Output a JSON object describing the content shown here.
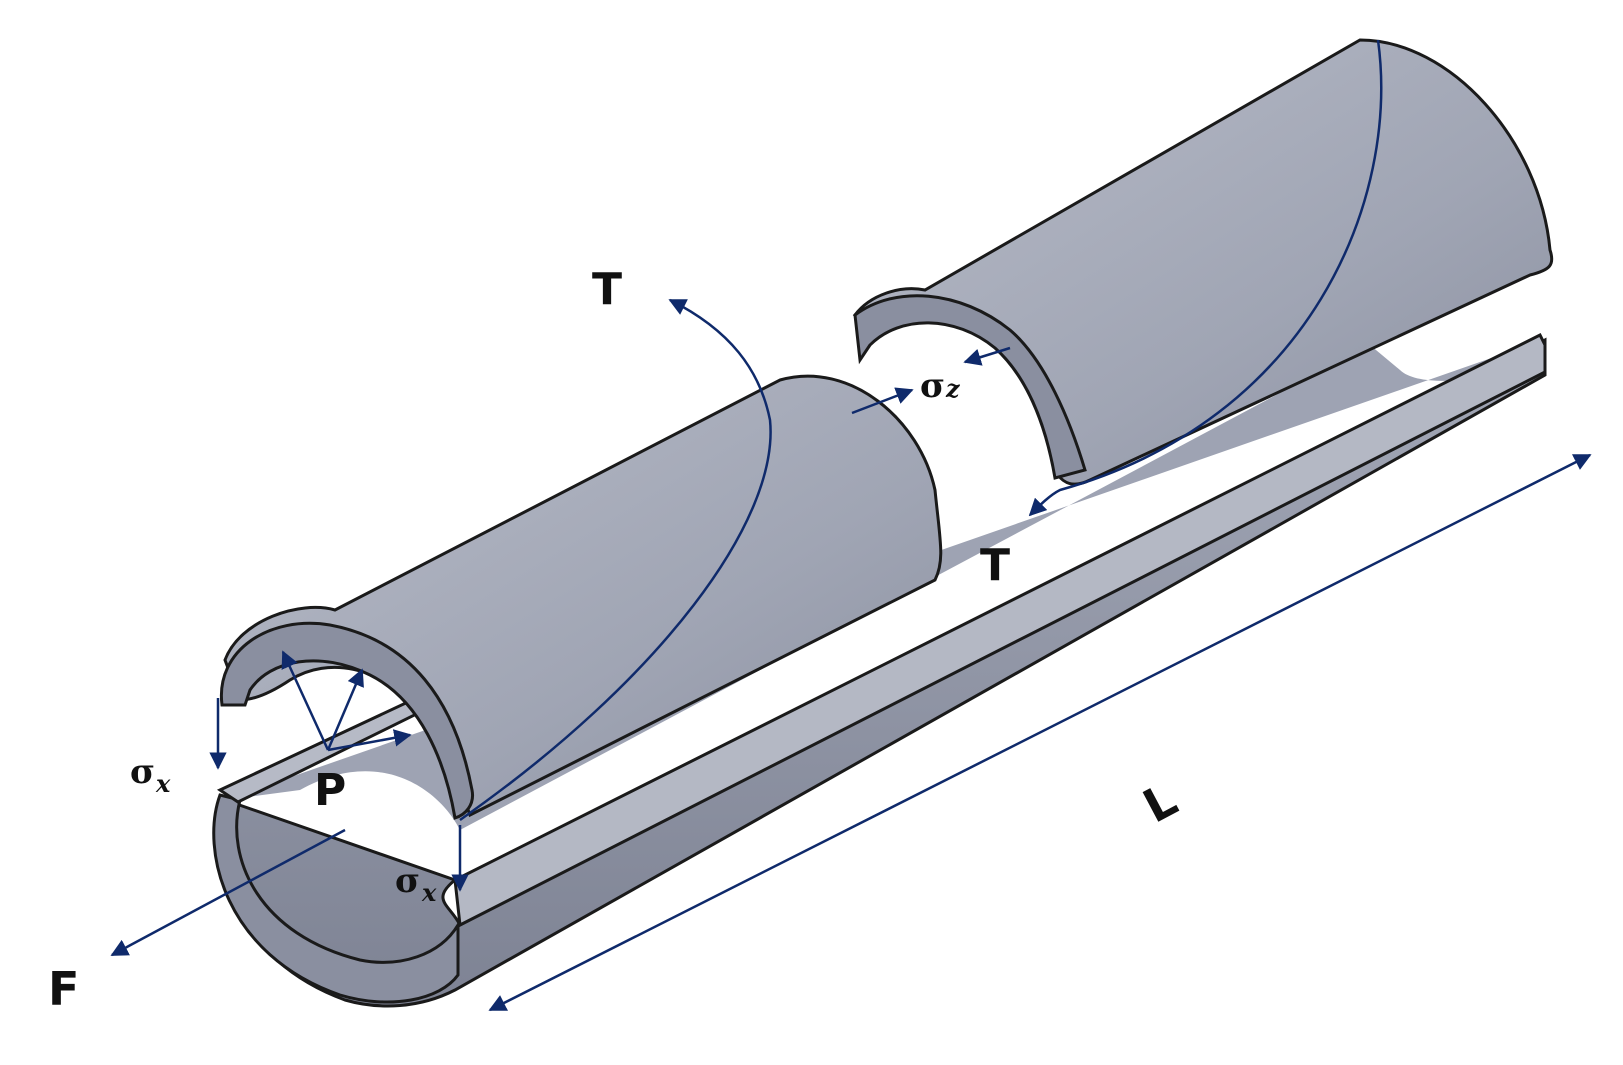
{
  "labels": {
    "force": "F",
    "pressure": "P",
    "torque_top": "T",
    "torque_right": "T",
    "length": "L",
    "sigma_x_left": {
      "symbol": "σ",
      "sub": "x"
    },
    "sigma_x_bottom": {
      "symbol": "σ",
      "sub": "x"
    },
    "sigma_z": {
      "symbol": "σ",
      "sub": "z"
    }
  },
  "colors": {
    "arrow": "#0f2a6b",
    "pipe_fill": "#a7acbb",
    "pipe_dark": "#7f8596",
    "pipe_inner": "#9aa0b0",
    "pipe_light": "#c3c7d2",
    "outline": "#1a1a1a"
  }
}
